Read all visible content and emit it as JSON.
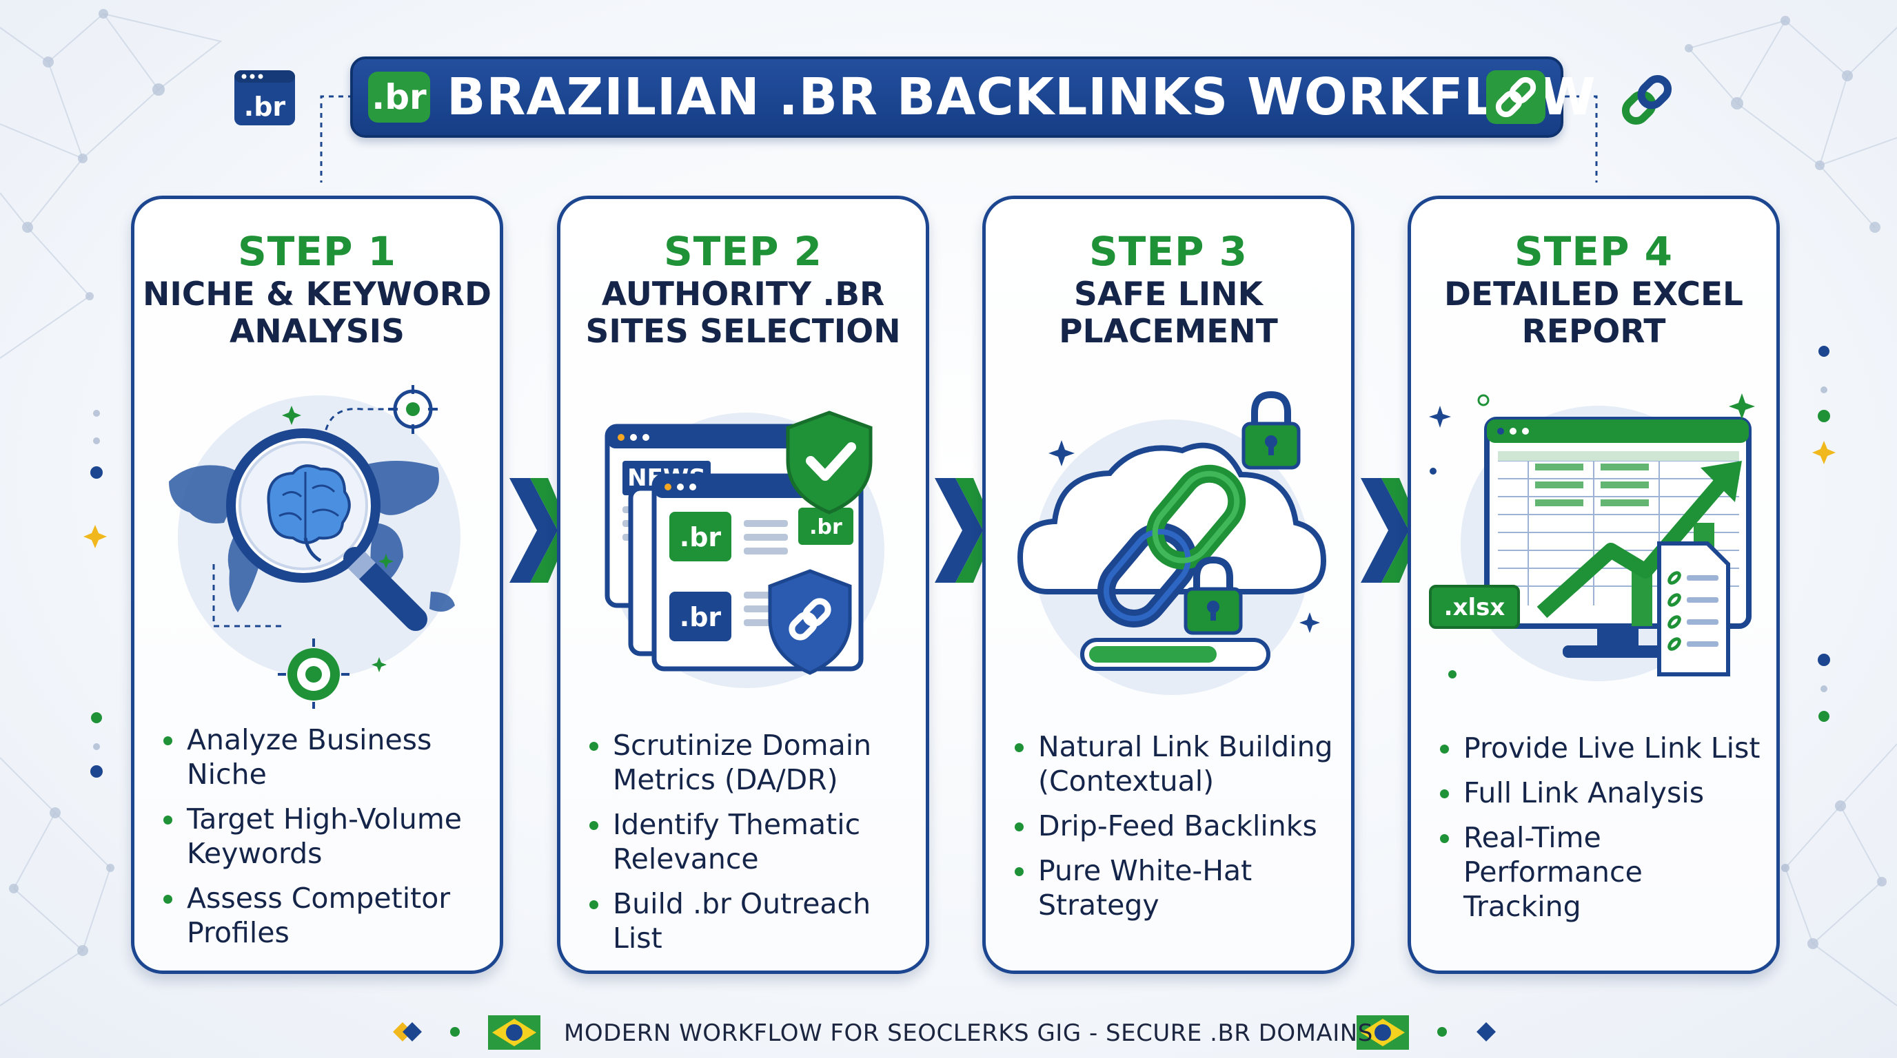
{
  "title": {
    "badge": ".br",
    "text": "BRAZILIAN .BR BACKLINKS WORKFLOW"
  },
  "top_left_icon": {
    "label": ".br",
    "icon": "browser-br-icon"
  },
  "top_right_icon": {
    "icon": "chain-link-icon"
  },
  "steps": [
    {
      "label": "STEP 1",
      "title": "NICHE & KEYWORD ANALYSIS",
      "illustration": "world-map-magnifier-brain-icon",
      "bullets": [
        "Analyze Business Niche",
        "Target High-Volume Keywords",
        "Assess Competitor Profiles"
      ]
    },
    {
      "label": "STEP 2",
      "title": "AUTHORITY .BR SITES SELECTION",
      "illustration": "browser-windows-shield-icon",
      "illus_text": {
        "news": "NEWS",
        "br1": ".br",
        "br2": ".br",
        "br3": ".br"
      },
      "bullets": [
        "Scrutinize Domain Metrics (DA/DR)",
        "Identify Thematic Relevance",
        "Build .br Outreach List"
      ]
    },
    {
      "label": "STEP 3",
      "title": "SAFE LINK PLACEMENT",
      "illustration": "cloud-chain-locks-icon",
      "bullets": [
        "Natural Link Building (Contextual)",
        "Drip-Feed Backlinks",
        "Pure White-Hat Strategy"
      ]
    },
    {
      "label": "STEP 4",
      "title": "DETAILED EXCEL REPORT",
      "illustration": "monitor-spreadsheet-chart-icon",
      "illus_text": {
        "xlsx": ".xlsx"
      },
      "bullets": [
        "Provide Live Link List",
        "Full Link Analysis",
        "Real-Time Performance Tracking"
      ]
    }
  ],
  "footer": {
    "text": "MODERN WORKFLOW FOR SEOCLERKS GIG - SECURE .BR DOMAINS"
  },
  "colors": {
    "navy": "#1c468f",
    "green": "#1f9238",
    "text": "#15254a",
    "brazil_green": "#2a9a3e",
    "brazil_yellow": "#f5d21f"
  }
}
